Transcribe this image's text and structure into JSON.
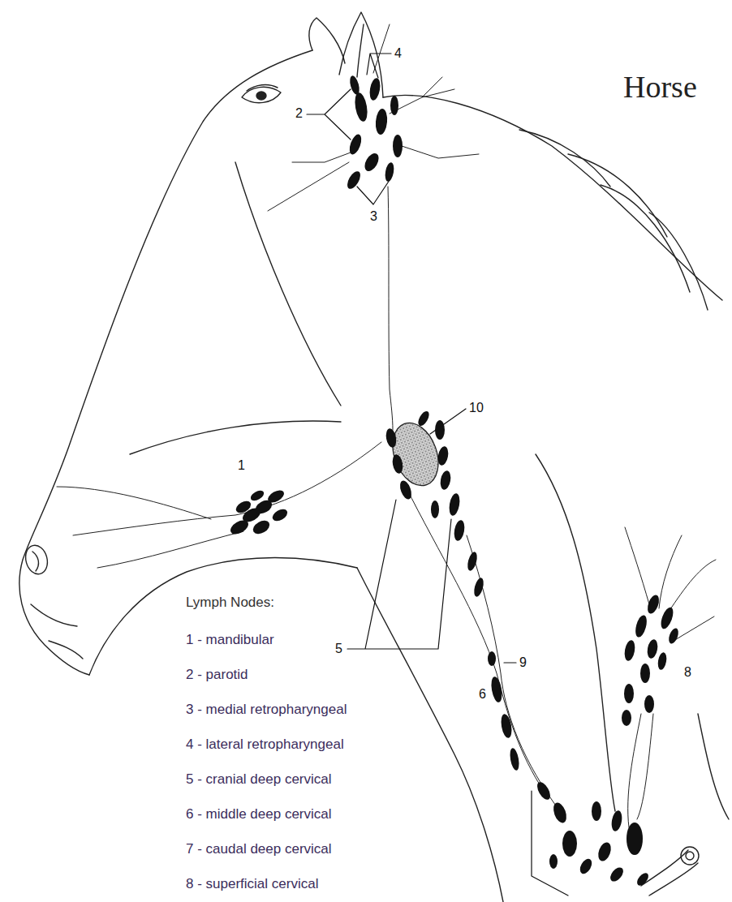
{
  "diagram": {
    "title": "Horse",
    "labels": [
      "2",
      "4",
      "3",
      "1",
      "10",
      "5",
      "9",
      "6",
      "8",
      "Lymph Nodes:",
      "1 - mandibular",
      "2 - parotid",
      "3 - medial retropharyngeal",
      "4 - lateral retropharyngeal",
      "5 - cranial deep cervical",
      "6 - middle deep cervical",
      "7 - caudal deep cervical",
      "8 - superficial cervical"
    ]
  }
}
